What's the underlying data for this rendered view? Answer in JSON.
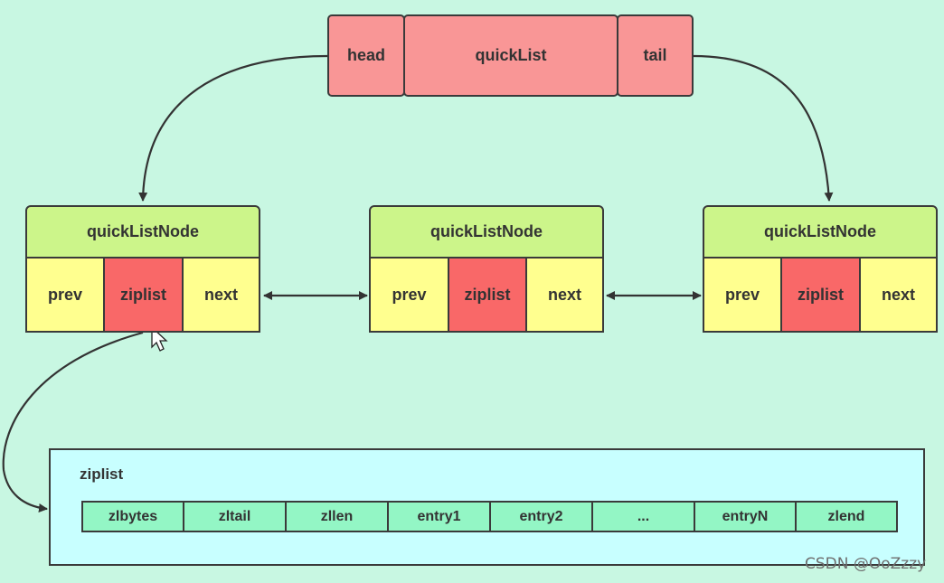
{
  "quicklist": {
    "head": "head",
    "title": "quickList",
    "tail": "tail"
  },
  "nodes": [
    {
      "title": "quickListNode",
      "prev": "prev",
      "ziplist": "ziplist",
      "next": "next"
    },
    {
      "title": "quickListNode",
      "prev": "prev",
      "ziplist": "ziplist",
      "next": "next"
    },
    {
      "title": "quickListNode",
      "prev": "prev",
      "ziplist": "ziplist",
      "next": "next"
    }
  ],
  "ziplist": {
    "title": "ziplist",
    "cells": [
      "zlbytes",
      "zltail",
      "zllen",
      "entry1",
      "entry2",
      "...",
      "entryN",
      "zlend"
    ]
  },
  "watermark": "CSDN @OoZzzy",
  "colors": {
    "background": "#c8f7e2",
    "quicklist": "#f99696",
    "node_header": "#ccf58a",
    "pointer_cell": "#ffff8f",
    "ziplist_cell_highlight": "#f96868",
    "ziplist_box": "#c8ffff",
    "ziplist_entry": "#93f6c5"
  }
}
